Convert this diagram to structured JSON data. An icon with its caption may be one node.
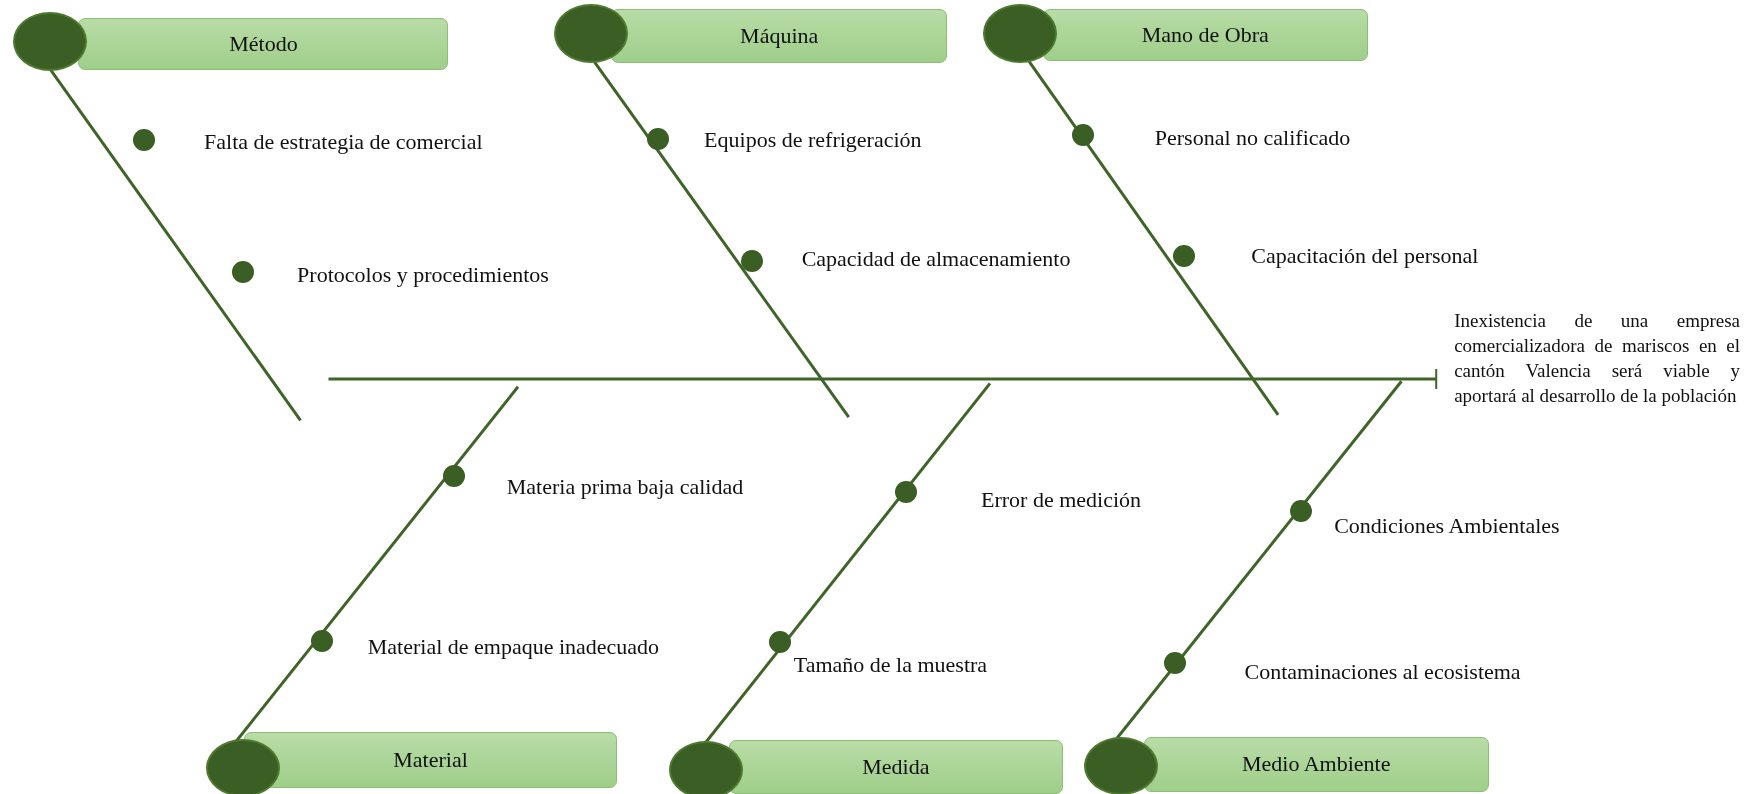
{
  "diagram": {
    "nodes": [
      {
        "text": [],
        "shape": "circle"
      },
      {
        "text": [
          "Método"
        ]
      },
      {
        "text": [],
        "shape": "circle"
      },
      {
        "text": [
          "Máquina"
        ]
      },
      {
        "text": [],
        "shape": "circle"
      },
      {
        "text": [
          "Mano de Obra"
        ]
      },
      {
        "text": [],
        "shape": "circle"
      },
      {
        "text": [
          "Material"
        ]
      },
      {
        "text": [],
        "shape": "circle"
      },
      {
        "text": [
          "Medida"
        ]
      },
      {
        "text": [],
        "shape": "circle"
      },
      {
        "text": [
          "Medio Ambiente"
        ]
      },
      {
        "text": [
          "Inexistencia de una empresa comercializadora de mariscos en el cantón Valencia será viable y aportará al desarrollo de la población"
        ]
      }
    ],
    "edges": [
      {
        "from": 0,
        "to": null,
        "arrow": "none"
      },
      {
        "from": 2,
        "to": null,
        "arrow": "none"
      },
      {
        "from": 4,
        "to": null,
        "arrow": "none"
      },
      {
        "from": 6,
        "to": null,
        "arrow": "none"
      },
      {
        "from": 8,
        "to": null,
        "arrow": "none"
      },
      {
        "from": 10,
        "to": null,
        "arrow": "none"
      },
      {
        "from": null,
        "to": 12,
        "arrow": "other"
      }
    ],
    "labels": [
      "Falta de estrategia de comercial",
      "Equipos de refrigeración",
      "Personal no calificado",
      "Protocolos y procedimientos",
      "Capacidad de almacenamiento",
      "Capacitación del personal",
      "Materia prima baja calidad",
      "Error de medición",
      "Condiciones Ambientales",
      "Material de empaque inadecuado",
      "Tamaño de la muestra",
      "Contaminaciones al ecosistema"
    ]
  }
}
